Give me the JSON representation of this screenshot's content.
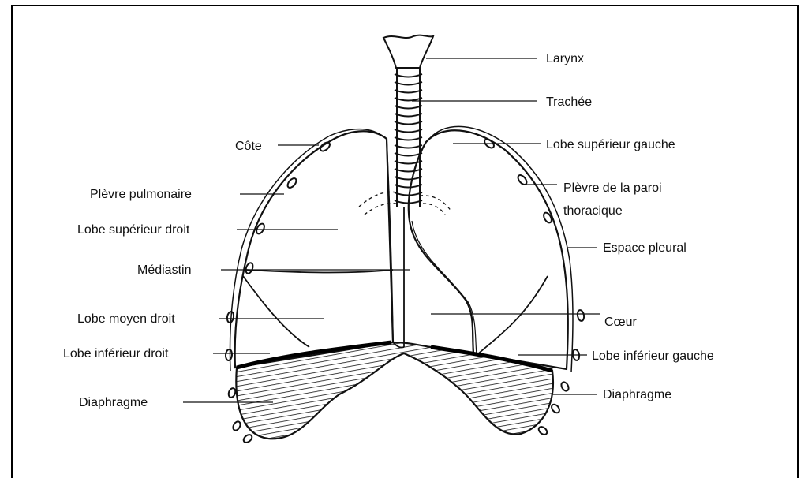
{
  "diagram": {
    "labels": {
      "larynx": "Larynx",
      "trachee": "Trachée",
      "lobe_sup_gauche": "Lobe supérieur gauche",
      "plevre_paroi_1": "Plèvre de la paroi",
      "plevre_paroi_2": "thoracique",
      "espace_pleural": "Espace pleural",
      "coeur": "Cœur",
      "lobe_inf_gauche": "Lobe inférieur gauche",
      "diaphragme_gauche": "Diaphragme",
      "cote": "Côte",
      "plevre_pulmonaire": "Plèvre pulmonaire",
      "lobe_sup_droit": "Lobe supérieur droit",
      "mediastin": "Médiastin",
      "lobe_moyen_droit": "Lobe moyen droit",
      "lobe_inf_droit": "Lobe inférieur droit",
      "diaphragme_droit": "Diaphragme"
    }
  }
}
